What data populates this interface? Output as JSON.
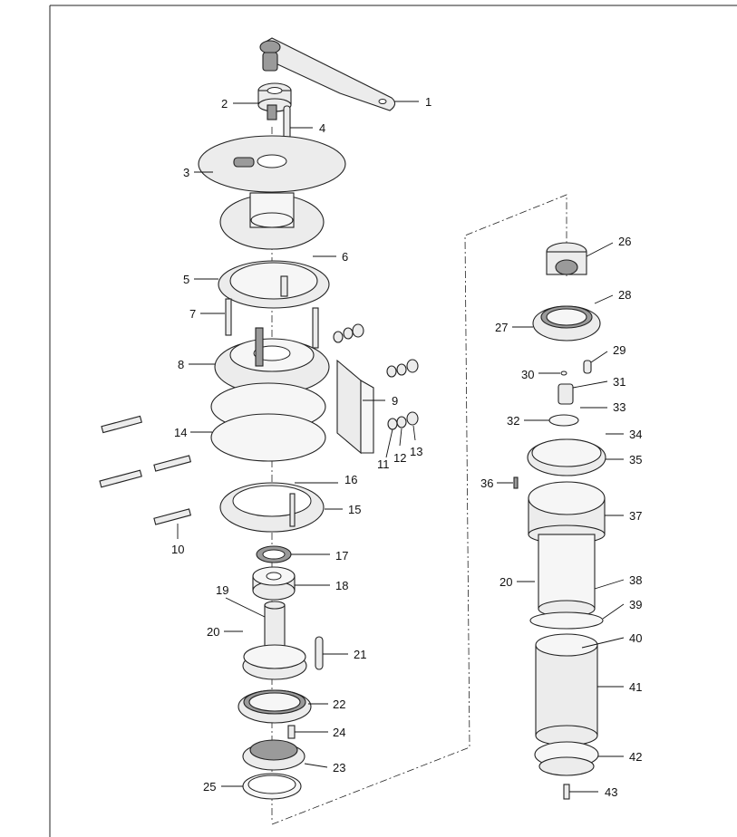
{
  "callouts": [
    {
      "id": "callout-1",
      "label": "1"
    },
    {
      "id": "callout-2",
      "label": "2"
    },
    {
      "id": "callout-3",
      "label": "3"
    },
    {
      "id": "callout-4",
      "label": "4"
    },
    {
      "id": "callout-5",
      "label": "5"
    },
    {
      "id": "callout-6",
      "label": "6"
    },
    {
      "id": "callout-7",
      "label": "7"
    },
    {
      "id": "callout-8",
      "label": "8"
    },
    {
      "id": "callout-9",
      "label": "9"
    },
    {
      "id": "callout-10",
      "label": "10"
    },
    {
      "id": "callout-11",
      "label": "11"
    },
    {
      "id": "callout-12",
      "label": "12"
    },
    {
      "id": "callout-13",
      "label": "13"
    },
    {
      "id": "callout-14",
      "label": "14"
    },
    {
      "id": "callout-15",
      "label": "15"
    },
    {
      "id": "callout-16",
      "label": "16"
    },
    {
      "id": "callout-17",
      "label": "17"
    },
    {
      "id": "callout-18",
      "label": "18"
    },
    {
      "id": "callout-19",
      "label": "19"
    },
    {
      "id": "callout-20a",
      "label": "20"
    },
    {
      "id": "callout-21",
      "label": "21"
    },
    {
      "id": "callout-22",
      "label": "22"
    },
    {
      "id": "callout-23",
      "label": "23"
    },
    {
      "id": "callout-24",
      "label": "24"
    },
    {
      "id": "callout-25",
      "label": "25"
    },
    {
      "id": "callout-26",
      "label": "26"
    },
    {
      "id": "callout-27",
      "label": "27"
    },
    {
      "id": "callout-28",
      "label": "28"
    },
    {
      "id": "callout-29",
      "label": "29"
    },
    {
      "id": "callout-30",
      "label": "30"
    },
    {
      "id": "callout-31",
      "label": "31"
    },
    {
      "id": "callout-32",
      "label": "32"
    },
    {
      "id": "callout-33",
      "label": "33"
    },
    {
      "id": "callout-34",
      "label": "34"
    },
    {
      "id": "callout-35",
      "label": "35"
    },
    {
      "id": "callout-36",
      "label": "36"
    },
    {
      "id": "callout-37",
      "label": "37"
    },
    {
      "id": "callout-20b",
      "label": "20"
    },
    {
      "id": "callout-38",
      "label": "38"
    },
    {
      "id": "callout-39",
      "label": "39"
    },
    {
      "id": "callout-40",
      "label": "40"
    },
    {
      "id": "callout-41",
      "label": "41"
    },
    {
      "id": "callout-42",
      "label": "42"
    },
    {
      "id": "callout-43",
      "label": "43"
    }
  ],
  "colors": {
    "line": "#222222",
    "fill": "#ececec",
    "shade": "#9a9a9a",
    "paper": "#ffffff"
  }
}
